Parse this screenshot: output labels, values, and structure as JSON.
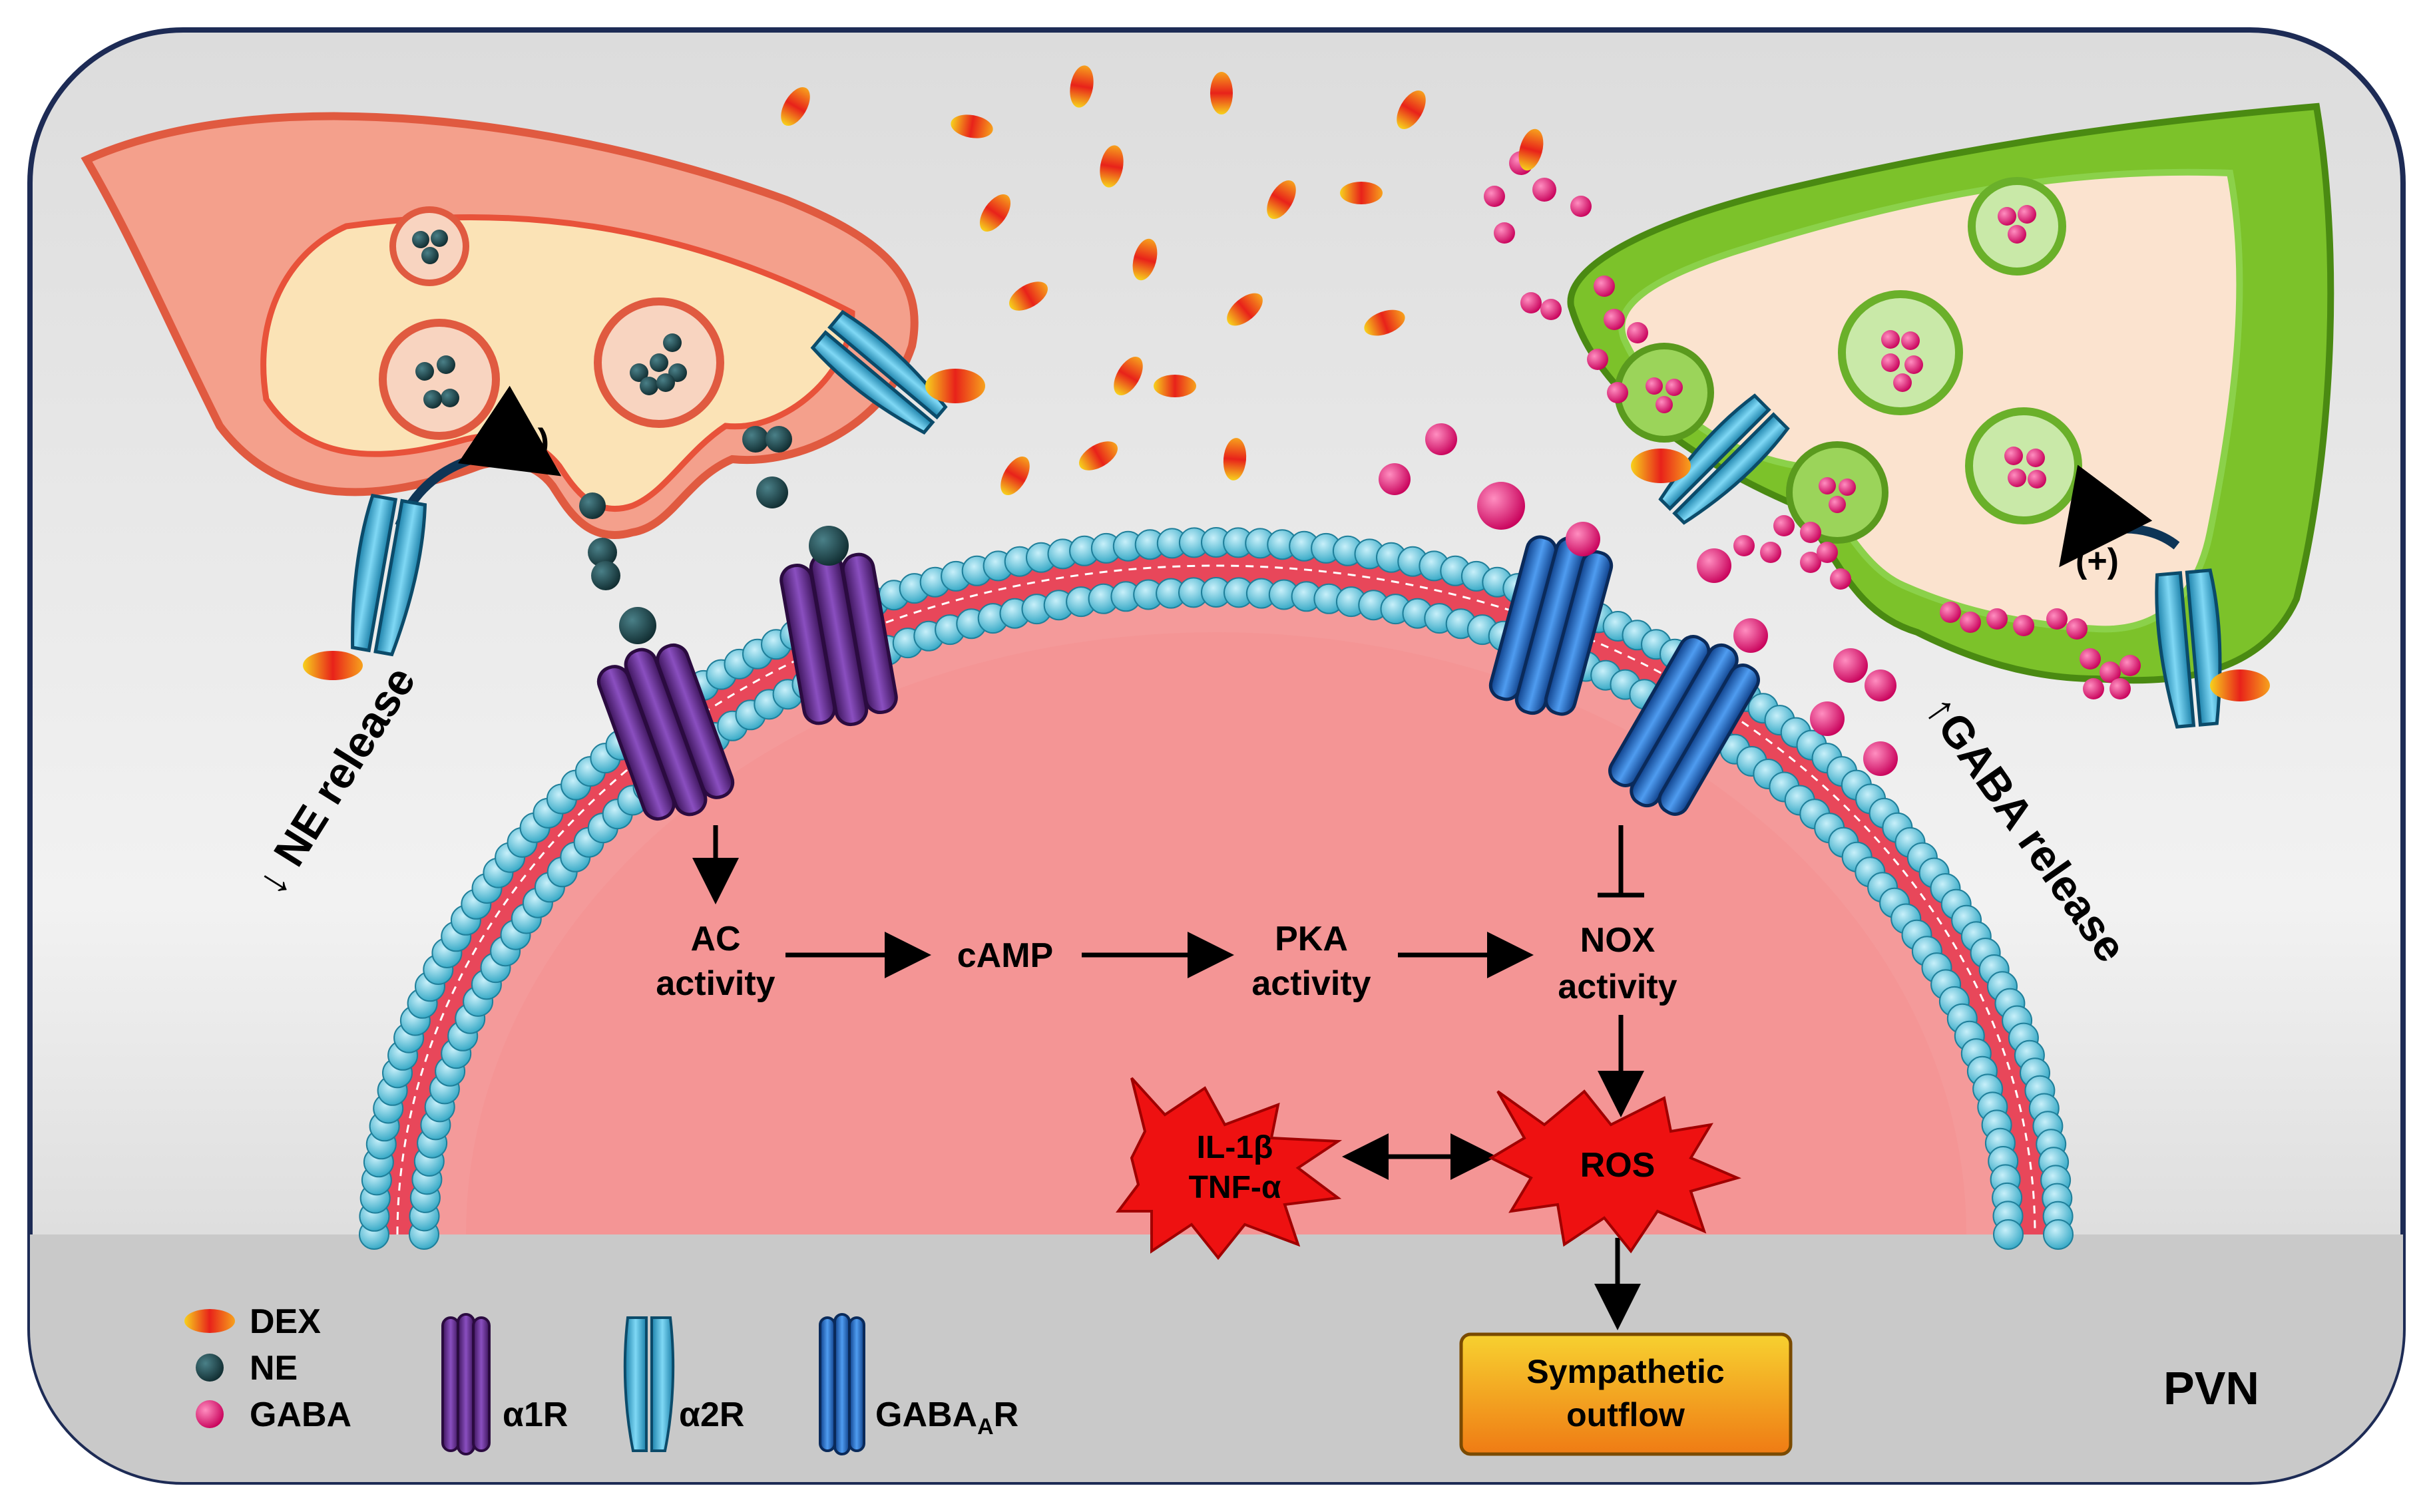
{
  "labels": {
    "ne_release": "↓ NE release",
    "gaba_release": "↑GABA release",
    "minus": "(−)",
    "plus": "(+)",
    "pvn": "PVN"
  },
  "pathway": {
    "ac_line1": "AC",
    "ac_line2": "activity",
    "camp": "cAMP",
    "pka_line1": "PKA",
    "pka_line2": "activity",
    "nox_line1": "NOX",
    "nox_line2": "activity",
    "il1b": "IL-1β",
    "tnfa": "TNF-α",
    "ros": "ROS",
    "symp_line1": "Sympathetic",
    "symp_line2": "outflow"
  },
  "legend": {
    "dex": "DEX",
    "ne": "NE",
    "gaba": "GABA",
    "a1r": "α1R",
    "a2r": "α2R",
    "gabaar_main": "GABA",
    "gabaar_sub": "A",
    "gabaar_end": "R"
  },
  "colors": {
    "ne_neuron": "#f4a08c",
    "gaba_neuron": "#7cc22a",
    "cell_body": "#f29a9a",
    "membrane_head": "#4fc3dc",
    "membrane_core": "#e8475a",
    "alpha1": "#6a2c91",
    "alpha2": "#3ab0e0",
    "gabaa": "#1f6fd0",
    "ne_molecule": "#1f4f55",
    "gaba_molecule": "#e0207a",
    "burst": "#ee1111",
    "sympathetic_box": "#f39c12"
  }
}
